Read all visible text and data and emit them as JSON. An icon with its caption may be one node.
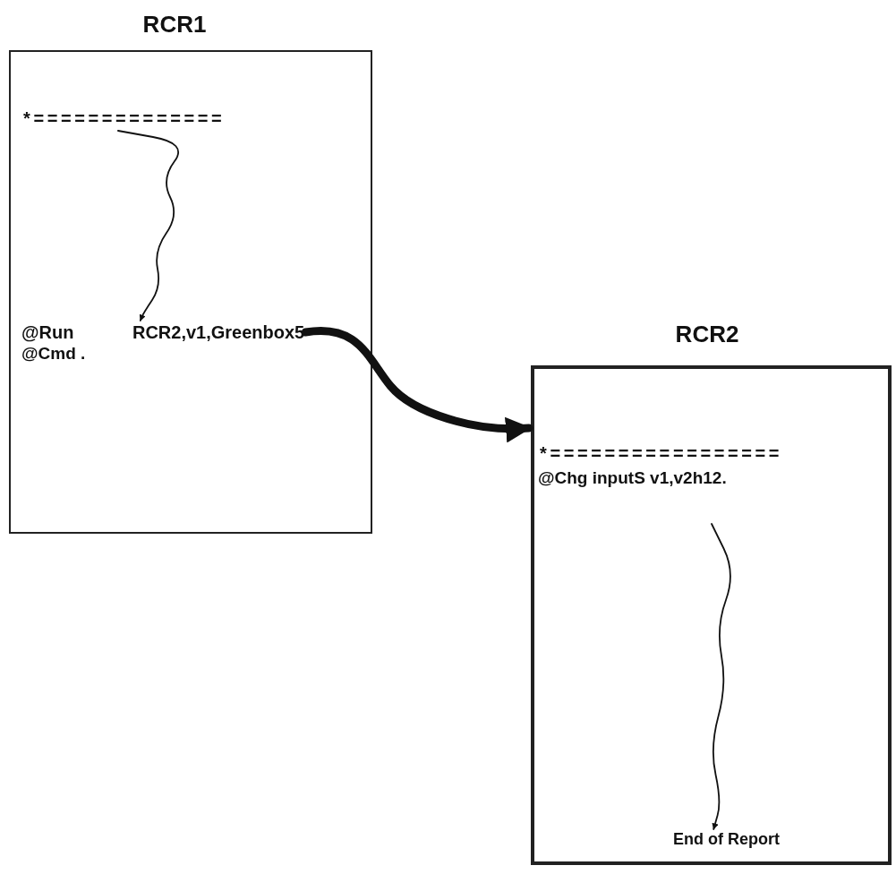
{
  "diagram": {
    "nodes": [
      {
        "text": [
          "RCR1"
        ]
      },
      {
        "text": [
          "*=============="
        ],
        "in": 0
      },
      {
        "text": [
          "@Run RCR2,v1,Greenbox5"
        ],
        "in": 0
      },
      {
        "text": [
          "RCR2",
          "*=================",
          "@Chg inputS v1,v2h12."
        ]
      },
      {
        "text": [
          "End of Report"
        ],
        "in": 3
      }
    ],
    "edges": [
      {
        "from": 1,
        "to": 2,
        "arrow": "to"
      },
      {
        "from": 2,
        "to": 3,
        "arrow": "to",
        "style": "thick"
      },
      {
        "from": null,
        "to": 4,
        "arrow": "to"
      }
    ],
    "labels": [
      "@Cmd ."
    ]
  }
}
